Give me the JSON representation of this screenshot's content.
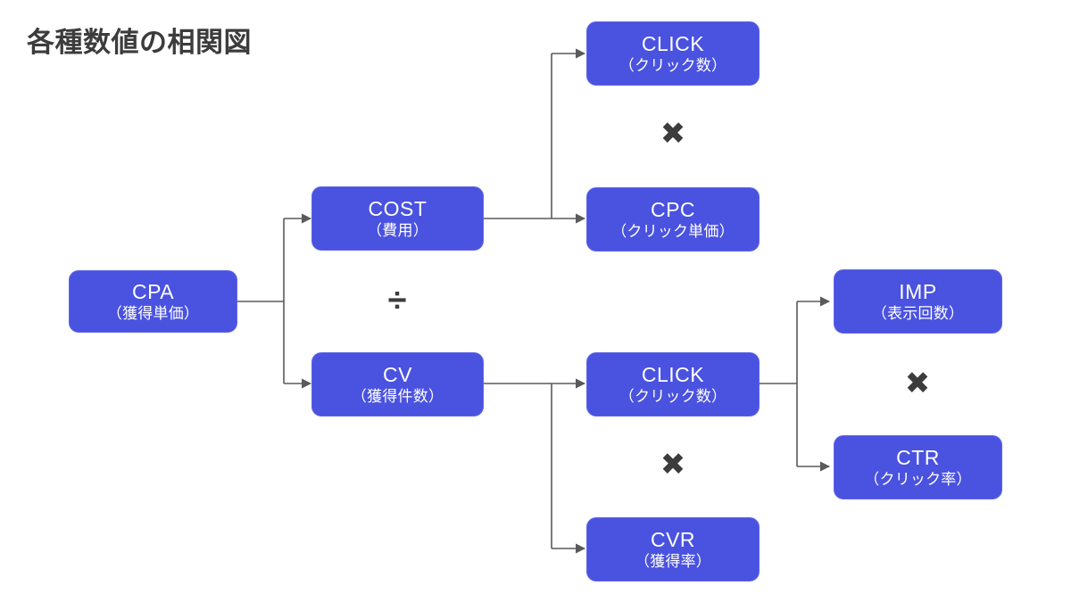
{
  "title": "各種数値の相関図",
  "theme": {
    "node_fill": "#4a52e0",
    "node_border": "#5f66e6",
    "node_text": "#ffffff",
    "wire": "#5a5a5a",
    "title_color": "#3c3c3c",
    "operator_color": "#3c3c3c",
    "background": "#ffffff"
  },
  "nodes": [
    {
      "id": "cpa",
      "code": "CPA",
      "jp": "（獲得単価）"
    },
    {
      "id": "cost",
      "code": "COST",
      "jp": "（費用）"
    },
    {
      "id": "cv",
      "code": "CV",
      "jp": "（獲得件数）"
    },
    {
      "id": "click1",
      "code": "CLICK",
      "jp": "（クリック数）"
    },
    {
      "id": "cpc",
      "code": "CPC",
      "jp": "（クリック単価）"
    },
    {
      "id": "click2",
      "code": "CLICK",
      "jp": "（クリック数）"
    },
    {
      "id": "cvr",
      "code": "CVR",
      "jp": "（獲得率）"
    },
    {
      "id": "imp",
      "code": "IMP",
      "jp": "（表示回数）"
    },
    {
      "id": "ctr",
      "code": "CTR",
      "jp": "（クリック率）"
    }
  ],
  "operators": [
    {
      "id": "op-divide",
      "symbol": "÷",
      "name": "divide-operator",
      "between": [
        "COST",
        "CV"
      ]
    },
    {
      "id": "op-times-1",
      "symbol": "✖",
      "name": "multiply-operator",
      "between": [
        "CLICK",
        "CPC"
      ]
    },
    {
      "id": "op-times-2",
      "symbol": "✖",
      "name": "multiply-operator",
      "between": [
        "CLICK",
        "CVR"
      ]
    },
    {
      "id": "op-times-3",
      "symbol": "✖",
      "name": "multiply-operator",
      "between": [
        "IMP",
        "CTR"
      ]
    }
  ],
  "edges": [
    {
      "from": "cpa",
      "to": "cost"
    },
    {
      "from": "cpa",
      "to": "cv"
    },
    {
      "from": "cost",
      "to": "click1"
    },
    {
      "from": "cost",
      "to": "cpc"
    },
    {
      "from": "cv",
      "to": "click2"
    },
    {
      "from": "cv",
      "to": "cvr"
    },
    {
      "from": "click2",
      "to": "imp"
    },
    {
      "from": "click2",
      "to": "ctr"
    }
  ]
}
